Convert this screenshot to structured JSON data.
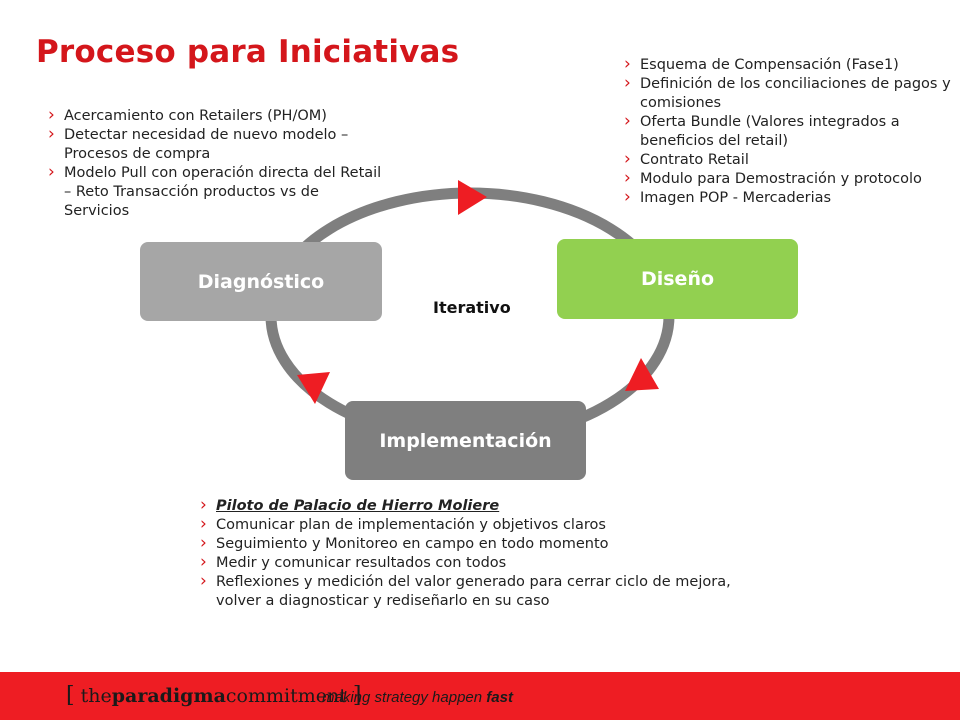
{
  "title": "Proceso para Iniciativas",
  "diagram": {
    "center_label": "Iterativo",
    "boxes": {
      "diagnostico": "Diagnóstico",
      "diseno": "Diseño",
      "implementacion": "Implementación"
    },
    "colors": {
      "diagnostico": "#a6a6a6",
      "diseno": "#92d050",
      "implementacion": "#7f7f7f",
      "cycle": "#7f7f7f",
      "arrows": "#ee1d23"
    }
  },
  "lists": {
    "diagnostico": [
      "Acercamiento con Retailers (PH/OM)",
      "Detectar necesidad  de nuevo modelo – Procesos de compra",
      "Modelo Pull con operación directa del Retail – Reto Transacción productos vs de Servicios"
    ],
    "diseno": [
      "Esquema de Compensación (Fase1)",
      "Definición de los conciliaciones  de pagos y comisiones",
      "Oferta Bundle (Valores integrados a beneficios del retail)",
      "Contrato Retail",
      "Modulo para Demostración y protocolo",
      "Imagen POP - Mercaderias"
    ],
    "implementacion": [
      "Piloto de Palacio de Hierro Moliere",
      "Comunicar plan de implementación y objetivos claros",
      "Seguimiento y Monitoreo en campo en todo momento",
      "Medir y comunicar  resultados con todos",
      "Reflexiones y medición del valor  generado para  cerrar ciclo de mejora, volver a diagnosticar y rediseñarlo en su caso"
    ]
  },
  "footer": {
    "bracket_open": "[",
    "logo_the": "the",
    "logo_paradigma": "paradigma",
    "logo_commitment": "commitment",
    "bracket_close": "]",
    "tagline_main": "making strategy happen ",
    "tagline_bold": "fast",
    "color": "#ee1d23"
  }
}
